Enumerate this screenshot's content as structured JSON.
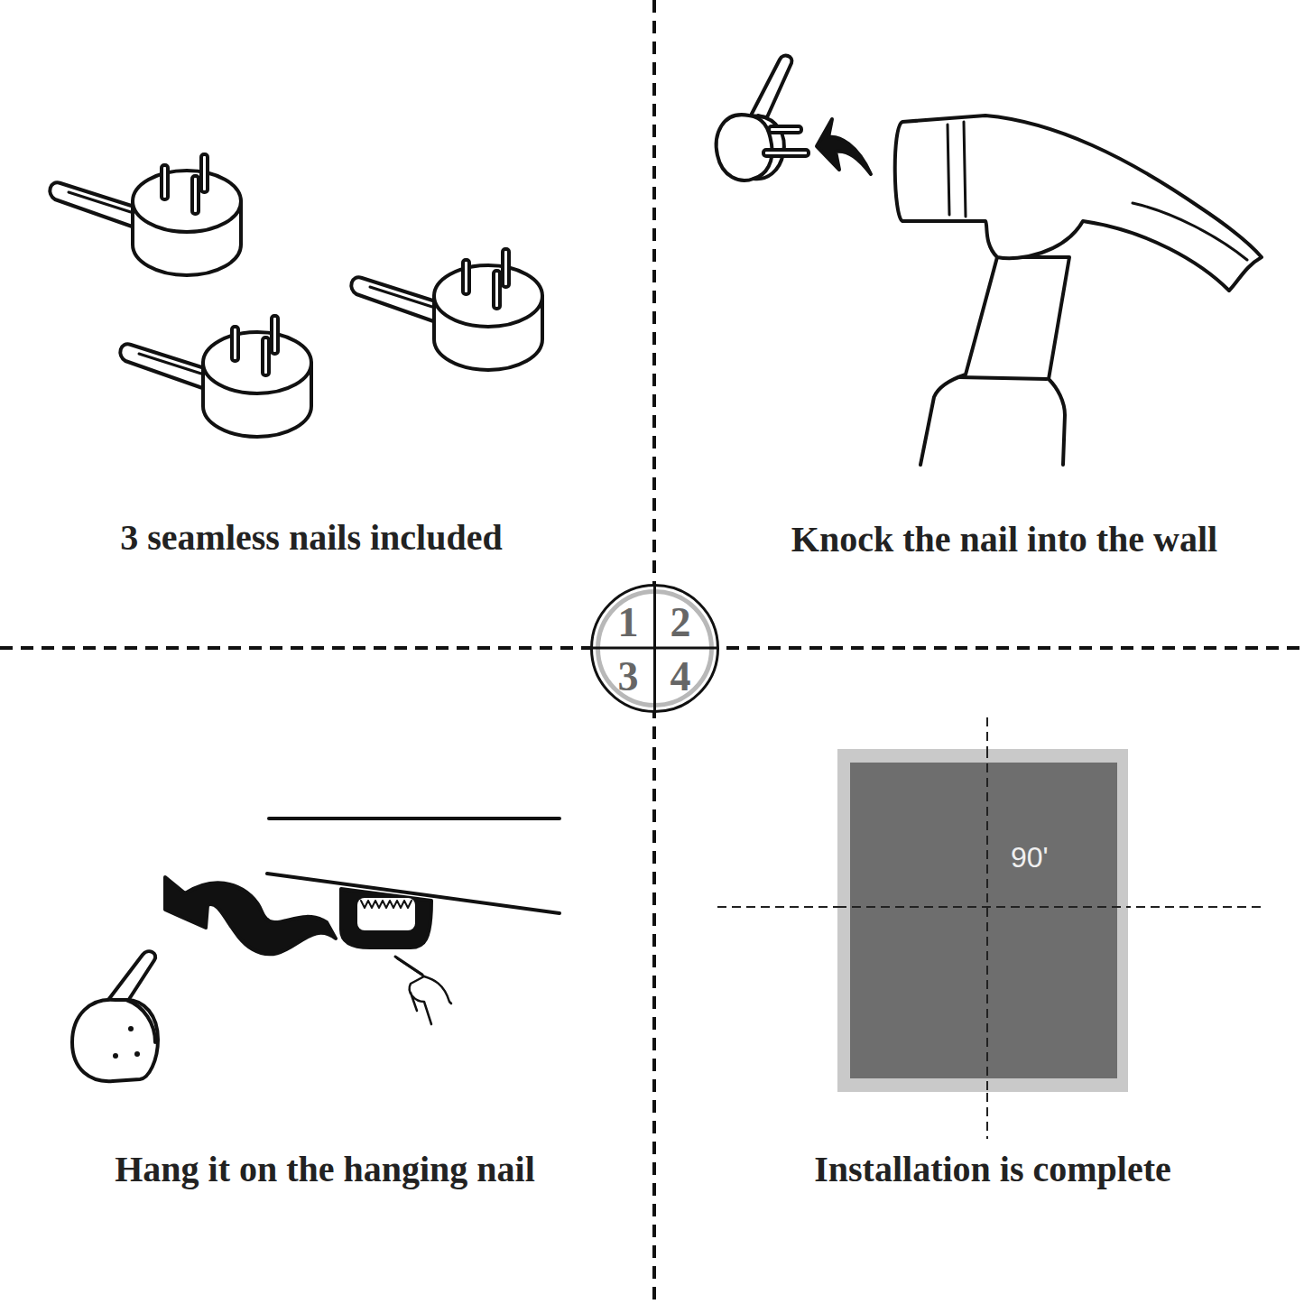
{
  "diagram": {
    "nodes": [
      {
        "text": [
          "1",
          "2",
          "3",
          "4"
        ]
      },
      {
        "text": [
          "90'"
        ]
      }
    ],
    "labels": [
      "3 seamless nails included",
      "Knock the nail into the wall",
      "Hang it on the hanging nail",
      "Installation is complete"
    ]
  }
}
